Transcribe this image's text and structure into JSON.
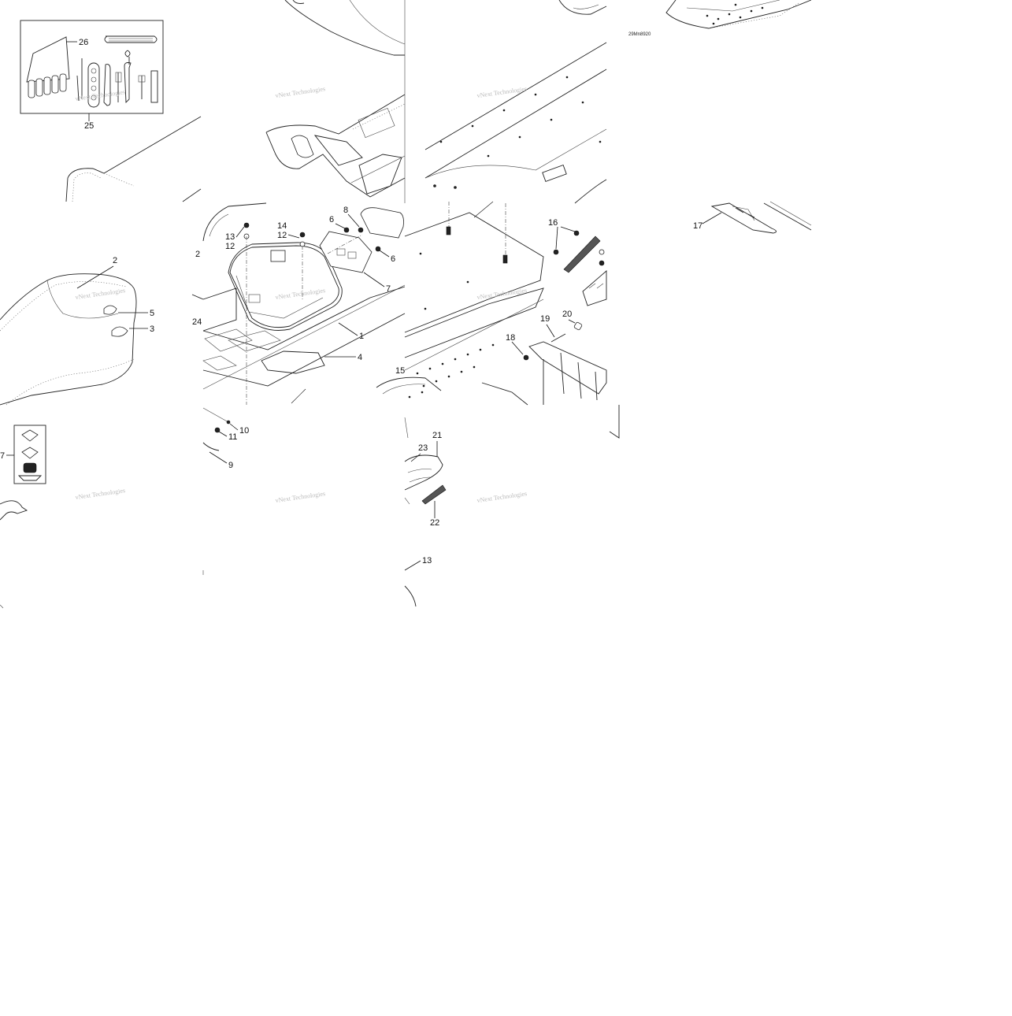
{
  "diagram": {
    "drawing_code": "29Mn8920",
    "watermark": "vNext Technologies",
    "callouts": [
      "1",
      "2",
      "2",
      "3",
      "4",
      "5",
      "6",
      "6",
      "7",
      "7",
      "8",
      "9",
      "10",
      "11",
      "12",
      "12",
      "13",
      "13",
      "14",
      "15",
      "16",
      "17",
      "18",
      "19",
      "20",
      "21",
      "22",
      "23",
      "24",
      "25",
      "26"
    ]
  }
}
